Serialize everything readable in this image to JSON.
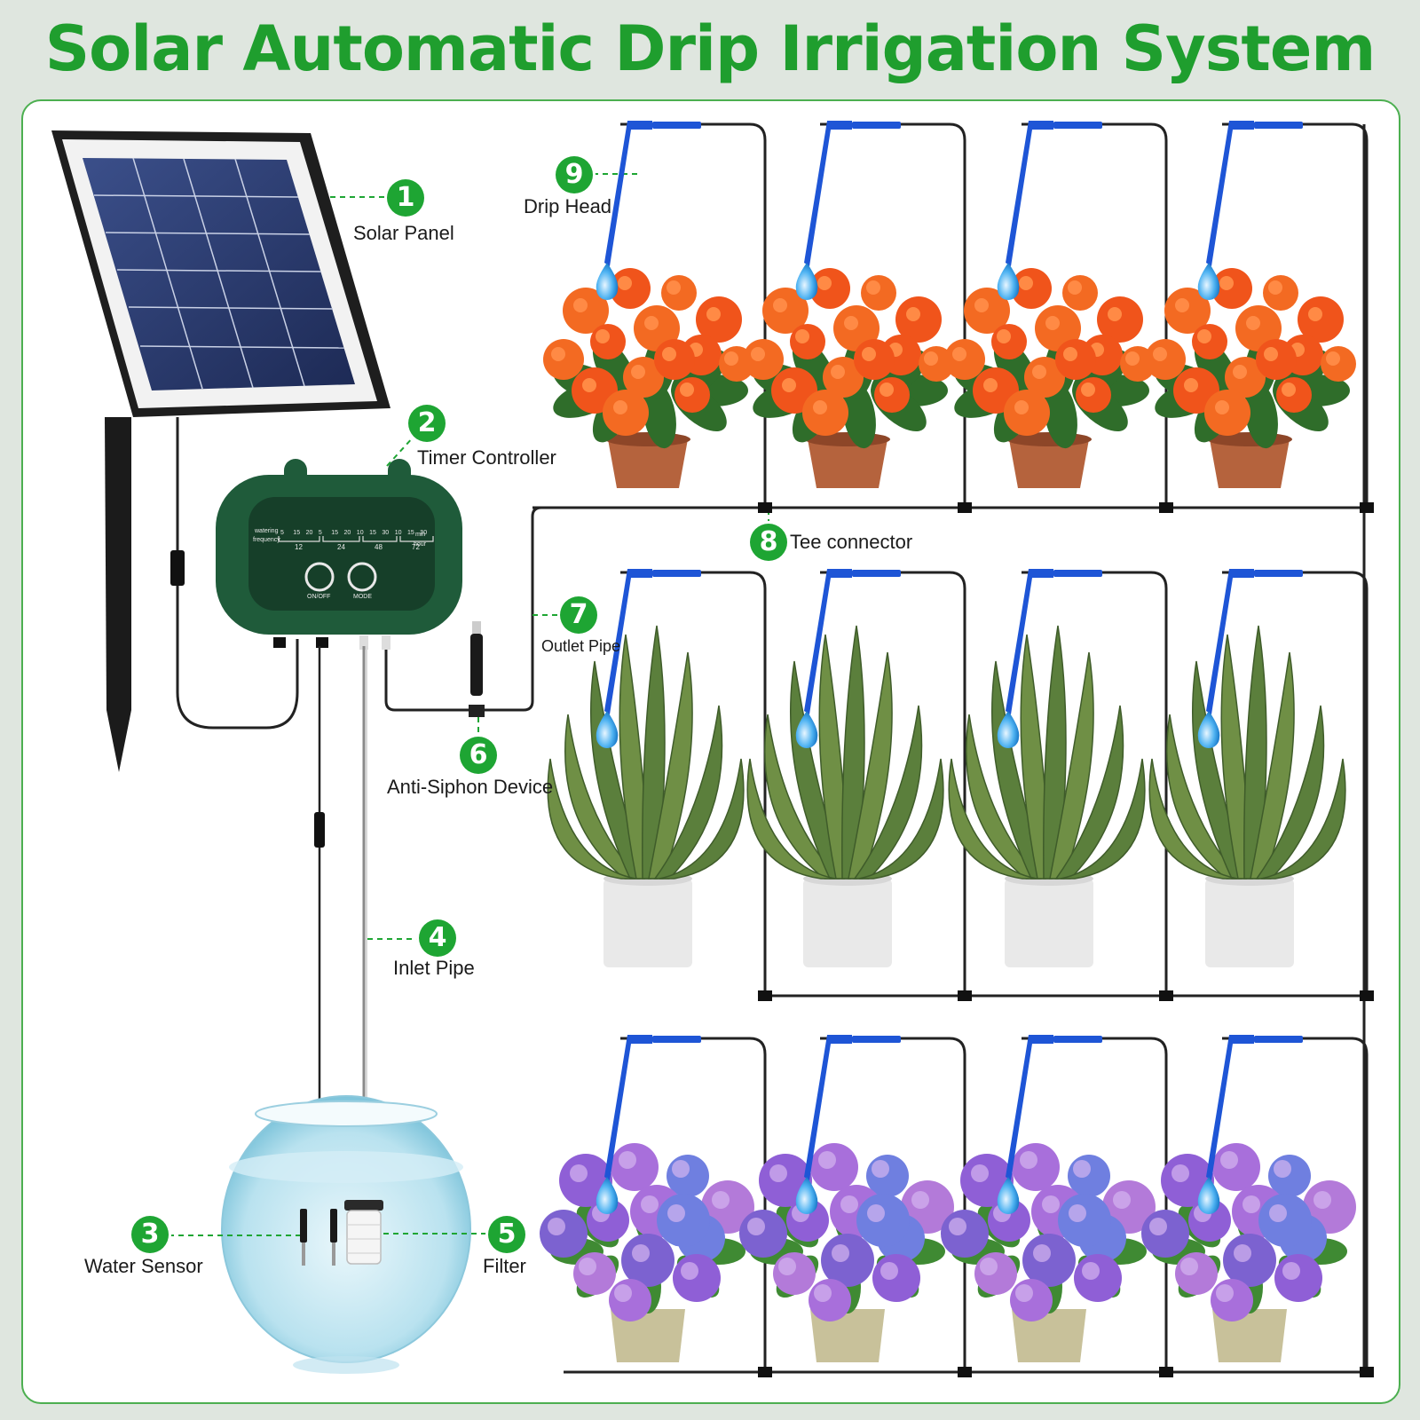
{
  "title": "Solar Automatic Drip Irrigation System",
  "colors": {
    "accent": "#1ea533",
    "title": "#1f9e2e",
    "drip": "#1e55d6",
    "orange_flower": "#f0541b",
    "hydrangea": "#8f5fd6",
    "controller": "#1f5b3a"
  },
  "controller": {
    "row1_label": "watering",
    "row2_label": "frequency",
    "minute_marks": [
      "5",
      "15",
      "20",
      "5",
      "15",
      "20",
      "10",
      "15",
      "30",
      "10",
      "15",
      "30"
    ],
    "hour_groups": [
      "12",
      "24",
      "48",
      "72"
    ],
    "unit_min": "min",
    "unit_hour": "hour",
    "on_off": "ON/OFF",
    "mode": "MODE"
  },
  "parts": [
    {
      "num": "1",
      "label": "Solar Panel"
    },
    {
      "num": "2",
      "label": "Timer Controller"
    },
    {
      "num": "3",
      "label": "Water Sensor"
    },
    {
      "num": "4",
      "label": "Inlet Pipe"
    },
    {
      "num": "5",
      "label": "Filter"
    },
    {
      "num": "6",
      "label": "Anti-Siphon Device"
    },
    {
      "num": "7",
      "label": "Outlet Pipe"
    },
    {
      "num": "8",
      "label": "Tee connector"
    },
    {
      "num": "9",
      "label": "Drip Head"
    }
  ],
  "plant_rows": [
    "orange-kalanchoe",
    "snake-plant",
    "hydrangea"
  ]
}
